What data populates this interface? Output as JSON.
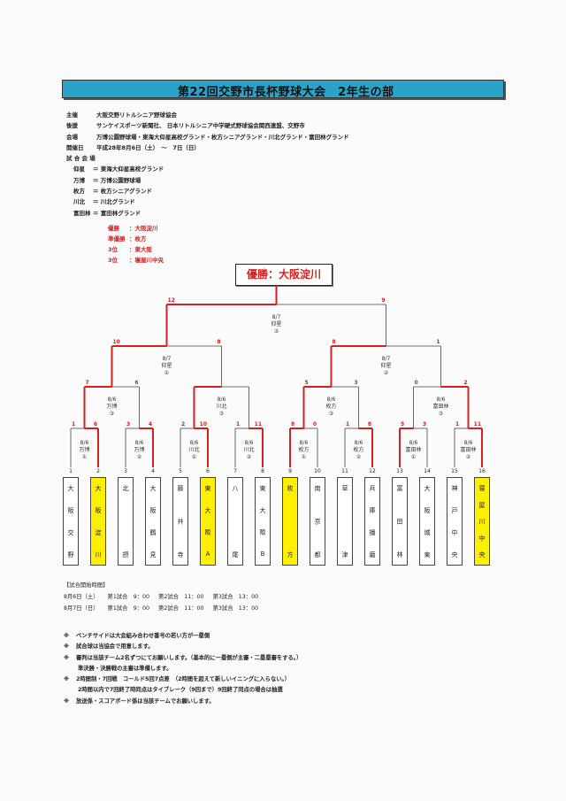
{
  "title": "第22回交野市長杯野球大会　2年生の部",
  "info": [
    {
      "key": "主催",
      "value": "大阪交野リトルシニア野球協会"
    },
    {
      "key": "後援",
      "value": "サンケイスポーツ新聞社、 日本リトルシニア中学硬式野球協会関西連盟、交野市"
    },
    {
      "key": "会場",
      "value": "万博公園野球場・東海大仰星高校グランド・枚方シニアグランド・川北グランド・富田林グランド"
    },
    {
      "key": "開催日",
      "value": "平成28年8月6日（土）　～　7日（日）"
    }
  ],
  "venues_heading": "試 合 会 場",
  "venues": [
    {
      "key": "仰星",
      "value": "＝ 東海大仰星高校グランド"
    },
    {
      "key": "万博",
      "value": "＝ 万博公園野球場"
    },
    {
      "key": "枚方",
      "value": "＝ 枚方シニアグランド"
    },
    {
      "key": "川北",
      "value": "＝ 川北グランド"
    },
    {
      "key": "富田林",
      "value": "＝ 富田林グランド"
    }
  ],
  "results": [
    {
      "key": "優勝",
      "value": "：大阪淀川"
    },
    {
      "key": "準優勝",
      "value": "：枚方"
    },
    {
      "key": "3位",
      "value": "：東大阪"
    },
    {
      "key": "3位",
      "value": "：寝屋川中央"
    }
  ],
  "champion_label": "優勝：大阪淀川",
  "colors": {
    "title_bar": "#2ba3c6",
    "winner_line": "#d32020",
    "winner_team": "#ffef00"
  },
  "teams": [
    {
      "num": "1",
      "name": "大阪交野",
      "winner": false
    },
    {
      "num": "2",
      "name": "大阪淀川",
      "winner": true
    },
    {
      "num": "3",
      "name": "北摂",
      "winner": false
    },
    {
      "num": "4",
      "name": "大阪鶴見",
      "winner": false
    },
    {
      "num": "5",
      "name": "藤井寺",
      "winner": false
    },
    {
      "num": "6",
      "name": "東大阪A",
      "winner": true
    },
    {
      "num": "7",
      "name": "八尾",
      "winner": false
    },
    {
      "num": "8",
      "name": "東大阪B",
      "winner": false
    },
    {
      "num": "9",
      "name": "枚方",
      "winner": true
    },
    {
      "num": "10",
      "name": "南京都",
      "winner": false
    },
    {
      "num": "11",
      "name": "草津",
      "winner": false
    },
    {
      "num": "12",
      "name": "兵庫播磨",
      "winner": false
    },
    {
      "num": "13",
      "name": "富田林",
      "winner": false
    },
    {
      "num": "14",
      "name": "大阪城東",
      "winner": false
    },
    {
      "num": "15",
      "name": "神戸中央",
      "winner": false
    },
    {
      "num": "16",
      "name": "寝屋川中央",
      "winner": true
    }
  ],
  "matches": [
    {
      "round": 1,
      "slot": 0,
      "date": "8/6",
      "venue": "万博",
      "no": "①",
      "left_score": "1",
      "right_score": "6",
      "winner": "right"
    },
    {
      "round": 1,
      "slot": 1,
      "date": "8/6",
      "venue": "万博",
      "no": "②",
      "left_score": "3",
      "right_score": "4",
      "winner": "right"
    },
    {
      "round": 1,
      "slot": 2,
      "date": "8/6",
      "venue": "川北",
      "no": "①",
      "left_score": "2",
      "right_score": "10",
      "winner": "right"
    },
    {
      "round": 1,
      "slot": 3,
      "date": "8/6",
      "venue": "川北",
      "no": "②",
      "left_score": "1",
      "right_score": "11",
      "winner": "right"
    },
    {
      "round": 1,
      "slot": 4,
      "date": "8/6",
      "venue": "枚方",
      "no": "①",
      "left_score": "8",
      "right_score": "0",
      "winner": "left"
    },
    {
      "round": 1,
      "slot": 5,
      "date": "8/6",
      "venue": "枚方",
      "no": "②",
      "left_score": "1",
      "right_score": "8",
      "winner": "right"
    },
    {
      "round": 1,
      "slot": 6,
      "date": "8/6",
      "venue": "富田林",
      "no": "①",
      "left_score": "5",
      "right_score": "3",
      "winner": "left"
    },
    {
      "round": 1,
      "slot": 7,
      "date": "8/6",
      "venue": "富田林",
      "no": "②",
      "left_score": "1",
      "right_score": "11",
      "winner": "right"
    },
    {
      "round": 2,
      "slot": 0,
      "date": "8/6",
      "venue": "万博",
      "no": "③",
      "left_score": "7",
      "right_score": "6",
      "winner": "left"
    },
    {
      "round": 2,
      "slot": 1,
      "date": "8/6",
      "venue": "川北",
      "no": "③",
      "left_score": "",
      "right_score": "",
      "winner": "left"
    },
    {
      "round": 2,
      "slot": 2,
      "date": "8/6",
      "venue": "枚方",
      "no": "③",
      "left_score": "5",
      "right_score": "3",
      "winner": "left"
    },
    {
      "round": 2,
      "slot": 3,
      "date": "8/6",
      "venue": "富田林",
      "no": "③",
      "left_score": "0",
      "right_score": "2",
      "winner": "right"
    },
    {
      "round": 3,
      "slot": 0,
      "date": "8/7",
      "venue": "仰星",
      "no": "①",
      "left_score": "10",
      "right_score": "8",
      "winner": "left"
    },
    {
      "round": 3,
      "slot": 1,
      "date": "8/7",
      "venue": "仰星",
      "no": "②",
      "left_score": "8",
      "right_score": "1",
      "winner": "left"
    },
    {
      "round": 4,
      "slot": 0,
      "date": "8/7",
      "venue": "仰星",
      "no": "③",
      "left_score": "12",
      "right_score": "9",
      "winner": "left"
    }
  ],
  "schedule": {
    "heading": "【試合開始時間】",
    "rows": [
      {
        "day": "8月6日（土）",
        "g1": "第1試合　9：00",
        "g2": "第2試合　11：00",
        "g3": "第3試合　13：00"
      },
      {
        "day": "8月7日（日）",
        "g1": "第1試合　9：00",
        "g2": "第2試合　11：00",
        "g3": "第3試合　13：00"
      }
    ]
  },
  "notes": [
    {
      "mark": "※",
      "text": "ベンチサイドは大会組み合わせ番号の若い方が一塁側"
    },
    {
      "mark": "※",
      "text": "試合球は当協会で用意します。"
    },
    {
      "mark": "※",
      "text": "審判は当該チーム2名ずつにてお願いします。（基本的に一塁側が主審・二塁塁審をする。）"
    },
    {
      "mark": "",
      "text": "準決勝・決勝戦の主審は準備します。"
    },
    {
      "mark": "※",
      "text": "2時間制・7回戦　コールド5回7点差　（2時間を超えて新しいイニングに入らない。）"
    },
    {
      "mark": "",
      "text": "2時間以内で7回終了時同点はタイブレーク（9回まで）9回終了同点の場合は抽選"
    },
    {
      "mark": "※",
      "text": "放送係・スコアボード係は当該チームでお願いします。"
    }
  ]
}
